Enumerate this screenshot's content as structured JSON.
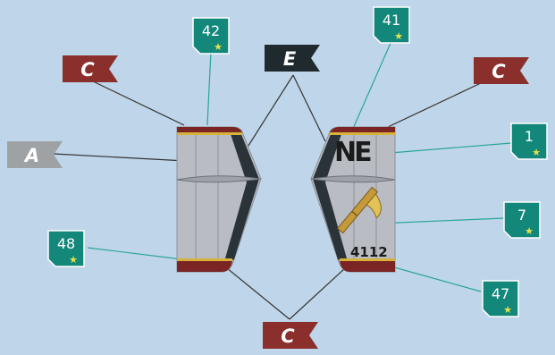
{
  "colors": {
    "background": "#bfd6ea",
    "wing_gray": "#b9bcc3",
    "wing_dark": "#2a3438",
    "band_red": "#7a2424",
    "stripe_yellow": "#d7b23a",
    "flag_red": "#8a2f2b",
    "flag_black": "#1f2a2e",
    "flag_gray": "#9ea2a5",
    "badge_teal": "#12877a",
    "leader_teal": "#2aa592",
    "leader_dark": "#333333"
  },
  "flags": {
    "c_top_left": {
      "letter": "C"
    },
    "e_top_center": {
      "letter": "E"
    },
    "c_top_right": {
      "letter": "C"
    },
    "a_left": {
      "letter": "A"
    },
    "c_bottom": {
      "letter": "C"
    }
  },
  "badges": {
    "b42": {
      "number": "42",
      "icon": "star-icon"
    },
    "b41": {
      "number": "41",
      "icon": "star-icon"
    },
    "b1": {
      "number": "1",
      "icon": "star-icon"
    },
    "b7": {
      "number": "7",
      "icon": "star-icon"
    },
    "b48": {
      "number": "48",
      "icon": "star-icon"
    },
    "b47": {
      "number": "47",
      "icon": "star-icon"
    }
  },
  "markings": {
    "tail_code": "NE",
    "serial": "4112"
  }
}
